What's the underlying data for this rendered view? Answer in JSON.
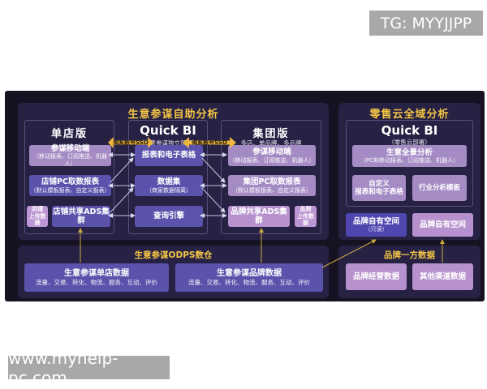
{
  "watermark_top": "TG: MYYJJPP",
  "watermark_bottom": "www.myhelp-pc.com",
  "colors": {
    "accent_yellow": "#f4c645",
    "box_lavender": "#a58bc4",
    "box_indigo": "#5a52ab",
    "box_blue_indigo": "#4f46b0",
    "box_pink": "#bd97d4",
    "panel_bg": "#272144",
    "diagram_bg": "#171221"
  },
  "biz": {
    "title": "生意参谋自助分析",
    "sso": "淘系账号SSO",
    "single": {
      "header": "单店版",
      "mobile_title": "参谋移动端",
      "mobile_sub": "（移动报表、订阅推送、机器人）",
      "pc_title": "店铺PC取数报表",
      "pc_sub": "（默认模板报表、自定义报表）",
      "upload_l1": "店铺",
      "upload_l2": "上传数据",
      "ads": "店铺共享ADS集群"
    },
    "quickbi": {
      "header": "Quick BI",
      "sub": "（生意参谋独立部署）",
      "report": "报表和电子表格",
      "dataset_title": "数据集",
      "dataset_sub": "（商家数据隔离）",
      "query": "查询引擎"
    },
    "group": {
      "header": "集团版",
      "sub": "多店、单品牌、多品牌",
      "mobile_title": "参谋移动端",
      "mobile_sub": "（移动报表、订阅推送、机器人）",
      "pc_title": "集团PC取数报表",
      "pc_sub": "（默认模板报表、自定义报表）",
      "ads": "品牌共享ADS集群",
      "upload_l1": "品牌",
      "upload_l2": "上传数据"
    },
    "odps": {
      "label": "生意参谋ODPS数仓",
      "store_title": "生意参谋单店数据",
      "store_sub": "流量、交易、转化、物流、服务、互动、评价",
      "brand_title": "生意参谋品牌数据",
      "brand_sub": "流量、交易、转化、物流、服务、互动、评价"
    }
  },
  "retail": {
    "title": "零售云全域分析",
    "quickbi_header": "Quick BI",
    "quickbi_sub": "（零售云部署）",
    "panorama_title": "生意全景分析",
    "panorama_sub": "（PC和移动报表、订阅推送、机器人）",
    "custom_l1": "自定义",
    "custom_l2": "报表和电子表格",
    "industry": "行业分析模板",
    "space_ro_title": "品牌自有空间",
    "space_ro_sub": "（只读）",
    "space": "品牌自有空间",
    "firstparty": {
      "label": "品牌一方数据",
      "box1": "品牌经营数据",
      "box2": "其他渠道数据"
    }
  }
}
